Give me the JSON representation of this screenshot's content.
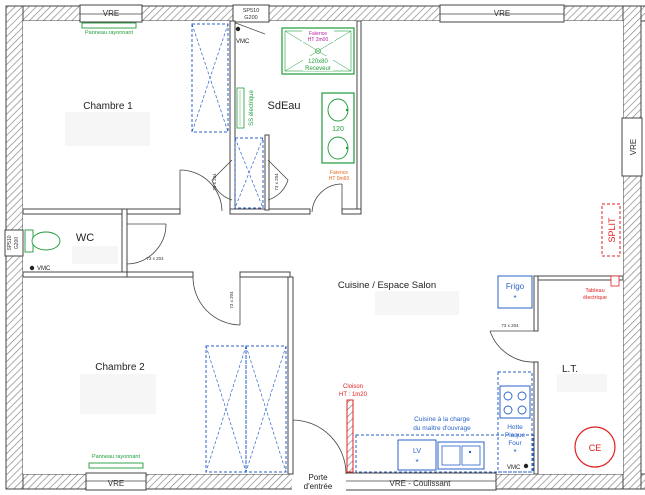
{
  "rooms": {
    "chambre1": "Chambre 1",
    "sdeau": "SdEau",
    "wc": "WC",
    "cuisine_salon": "Cuisine / Espace Salon",
    "chambre2": "Chambre 2",
    "lt": "L.T."
  },
  "windows": {
    "vre_top_left": "VRE",
    "vre_top_right": "VRE",
    "vre_right": "VRE",
    "vre_bottom_left": "VRE",
    "vre_bottom_coulissant": "VRE - Coulissant"
  },
  "sp510_top": {
    "line1": "SP510",
    "line2": "G200"
  },
  "sp510_left": {
    "line1": "SP510",
    "line2": "G200"
  },
  "vmc": {
    "top": "VMC",
    "wc": "VMC",
    "kitchen": "VMC"
  },
  "panneau_rayonnant": {
    "top": "Panneau rayonnant",
    "bottom": "Panneau rayonnant"
  },
  "receveur": {
    "title1": "Faïence",
    "title2": "HT 2m00",
    "dims": "120x80",
    "label": "Receveur"
  },
  "vasque": {
    "size": "120",
    "faience1": "Faïence",
    "faience2": "HT 0m60"
  },
  "ss_electrique": "SS électrique",
  "door_labels": {
    "sdeau_left": "73 x 204",
    "sdeau_right": "73 x 204",
    "wc": "73 x 204",
    "chambre2": "73 x 204",
    "lt": "73 x 204"
  },
  "split": "SPLIT",
  "tableau_electrique": {
    "line1": "Tableau",
    "line2": "électrique"
  },
  "frigo": "Frigo",
  "cloison": {
    "line1": "Cloison",
    "line2": "HT : 1m20"
  },
  "cuisine_charge": {
    "line1": "Cuisine à la charge",
    "line2": "du maître d'ouvrage"
  },
  "hotte": {
    "line1": "Hotte",
    "line2": "Plaque",
    "line3": "Four"
  },
  "lv": "LV",
  "ce": "CE",
  "porte_entree": {
    "line1": "Porte",
    "line2": "d'entrée"
  },
  "colors": {
    "wall": "#444444",
    "hatch": "#999999",
    "blue": "#2a62c8",
    "green": "#1f9d3a",
    "red": "#e02020",
    "orange": "#e06820"
  }
}
